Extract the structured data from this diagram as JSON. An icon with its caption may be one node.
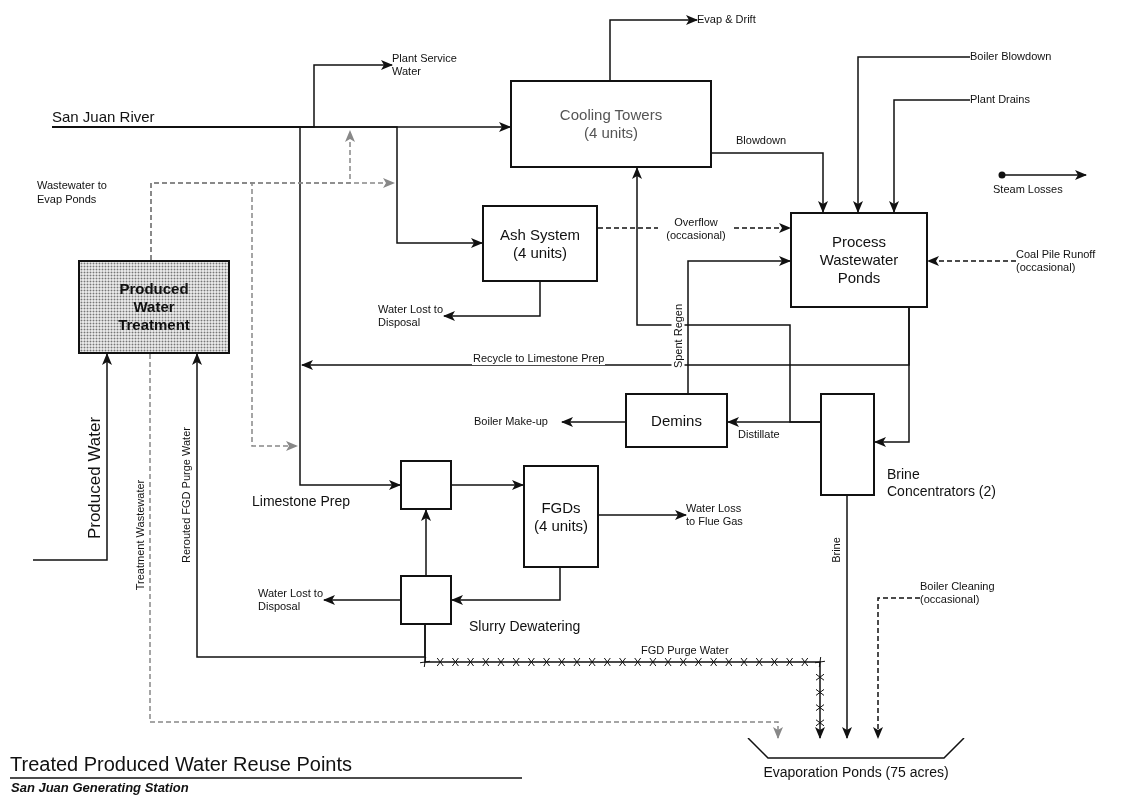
{
  "diagram": {
    "title": "Treated Produced Water Reuse Points",
    "caption": "San Juan Generating Station",
    "nodes": [
      {
        "text": [
          "San Juan River"
        ]
      },
      {
        "text": [
          "Plant Service Water"
        ]
      },
      {
        "text": [
          "Cooling Towers (4 units)"
        ]
      },
      {
        "text": [
          "Evap & Drift"
        ]
      },
      {
        "text": [
          "Boiler Blowdown"
        ]
      },
      {
        "text": [
          "Plant Drains"
        ]
      },
      {
        "text": [
          "Ash System (4 units)"
        ]
      },
      {
        "text": [
          "Process Wastewater Ponds"
        ]
      },
      {
        "text": [
          "Coal Pile Runoff (occasional)"
        ]
      },
      {
        "text": [
          "Produced Water Treatment"
        ]
      },
      {
        "text": [
          "Water Lost to Disposal"
        ]
      },
      {
        "text": [
          "Demins"
        ]
      },
      {
        "text": [
          "Boiler Make-up"
        ]
      },
      {
        "text": [],
        "shape": "box",
        "beside": [
          "Brine Concentrators (2)"
        ]
      },
      {
        "text": [],
        "shape": "box",
        "beside": [
          "Limestone Prep"
        ]
      },
      {
        "text": [
          "FGDs (4 units)"
        ]
      },
      {
        "text": [
          "Water Loss to Flue Gas"
        ]
      },
      {
        "text": [],
        "shape": "box",
        "beside": [
          "Slurry Dewatering"
        ]
      },
      {
        "text": [
          "Water Lost to Disposal"
        ]
      },
      {
        "text": [
          "Boiler Cleaning (occasional)"
        ]
      },
      {
        "text": [
          "Evaporation Ponds (75 acres)"
        ]
      }
    ],
    "edges": [
      {
        "from": 0,
        "to": 2,
        "arrow": "to"
      },
      {
        "from": 0,
        "to": 1,
        "arrow": "to"
      },
      {
        "from": 0,
        "to": 6,
        "arrow": "to"
      },
      {
        "from": 0,
        "to": 14,
        "arrow": "to"
      },
      {
        "from": 2,
        "to": 3,
        "arrow": "to"
      },
      {
        "from": 2,
        "to": 7,
        "arrow": "to",
        "label": "Blowdown"
      },
      {
        "from": 4,
        "to": 7,
        "arrow": "to"
      },
      {
        "from": 5,
        "to": 7,
        "arrow": "to"
      },
      {
        "from": 6,
        "to": 7,
        "arrow": "to",
        "label": "Overflow (occasional)",
        "style": "dashed"
      },
      {
        "from": 8,
        "to": 7,
        "arrow": "to",
        "style": "dashed"
      },
      {
        "from": 6,
        "to": 10,
        "arrow": "to"
      },
      {
        "from": 11,
        "to": 7,
        "arrow": "to",
        "label": "Spent Regen"
      },
      {
        "from": 7,
        "to": null,
        "arrow": "to",
        "label": "Recycle to Limestone Prep"
      },
      {
        "from": 7,
        "to": 13,
        "arrow": "to"
      },
      {
        "from": 13,
        "to": 11,
        "arrow": "to",
        "label": "Distillate"
      },
      {
        "from": 13,
        "to": 2,
        "arrow": "to"
      },
      {
        "from": 11,
        "to": 12,
        "arrow": "to"
      },
      {
        "from": 14,
        "to": 15,
        "arrow": "to"
      },
      {
        "from": 15,
        "to": 16,
        "arrow": "to"
      },
      {
        "from": 15,
        "to": 17,
        "arrow": "to"
      },
      {
        "from": 17,
        "to": 14,
        "arrow": "to"
      },
      {
        "from": 17,
        "to": 18,
        "arrow": "to"
      },
      {
        "from": 17,
        "to": 9,
        "arrow": "to",
        "label": "Rerouted FGD Purge Water"
      },
      {
        "from": 17,
        "to": 20,
        "arrow": "to",
        "label": "FGD Purge Water"
      },
      {
        "from": 9,
        "to": 20,
        "arrow": "to",
        "label": "Treatment Wastewater",
        "style": "dashed",
        "color": "#888888"
      },
      {
        "from": 9,
        "to": null,
        "arrow": "to",
        "style": "dashed",
        "color": "#888888"
      },
      {
        "from": 9,
        "to": null,
        "arrow": "to",
        "style": "dashed",
        "color": "#888888"
      },
      {
        "from": 9,
        "to": null,
        "arrow": "to",
        "style": "dashed",
        "color": "#888888"
      },
      {
        "from": null,
        "to": 9,
        "arrow": "to",
        "label": "Produced Water"
      },
      {
        "from": 13,
        "to": 20,
        "arrow": "to",
        "label": "Brine"
      },
      {
        "from": 19,
        "to": 20,
        "arrow": "to",
        "style": "dashed"
      }
    ],
    "labels": [
      "Wastewater to Evap Ponds"
    ],
    "legend": [
      {
        "text": "Steam Losses"
      }
    ]
  }
}
